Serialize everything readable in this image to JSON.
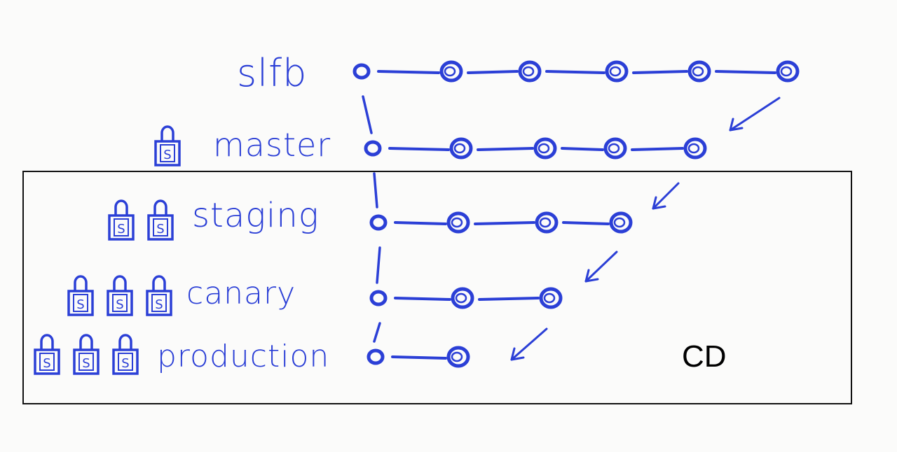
{
  "diagram": {
    "ink_color": "#2b3fd6",
    "box_label": "CD",
    "branches": [
      {
        "id": "slfb",
        "label": "slfb",
        "locks": 0,
        "commits": 6
      },
      {
        "id": "master",
        "label": "master",
        "locks": 1,
        "commits": 5
      },
      {
        "id": "staging",
        "label": "staging",
        "locks": 2,
        "commits": 4
      },
      {
        "id": "canary",
        "label": "canary",
        "locks": 3,
        "commits": 3
      },
      {
        "id": "production",
        "label": "production",
        "locks": 3,
        "commits": 2
      }
    ],
    "lock_icon_letter": "S"
  }
}
